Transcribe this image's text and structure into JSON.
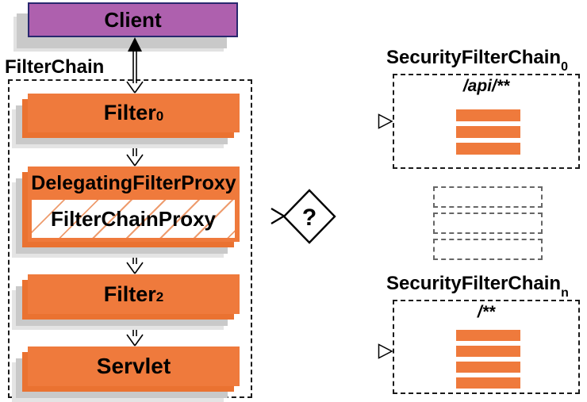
{
  "palette": {
    "orange": "#EF7A3C",
    "hatch_orange": "#EE9C6E",
    "purple": "#AE60AE",
    "purple_border": "#28286E",
    "shadow_gray": "#C9C9C9",
    "dash_dark": "#1a1a1a",
    "dash_gray": "#666666",
    "background": "#ffffff"
  },
  "left": {
    "group_label": "FilterChain",
    "client_label": "Client",
    "filter0": {
      "label": "Filter",
      "subscript": "0"
    },
    "delegating_proxy": {
      "label": "DelegatingFilterProxy",
      "inner_label": "FilterChainProxy"
    },
    "filter2": {
      "label": "Filter",
      "subscript": "2"
    },
    "servlet_label": "Servlet"
  },
  "decision": {
    "label": "?"
  },
  "right": {
    "chain0": {
      "title": "SecurityFilterChain",
      "title_subscript": "0",
      "url_pattern": "/api/**",
      "filter_bar_count": 3
    },
    "chainN": {
      "title": "SecurityFilterChain",
      "title_subscript": "n",
      "url_pattern": "/**",
      "filter_bar_count": 4
    },
    "ellipsis_bar_count": 3
  }
}
